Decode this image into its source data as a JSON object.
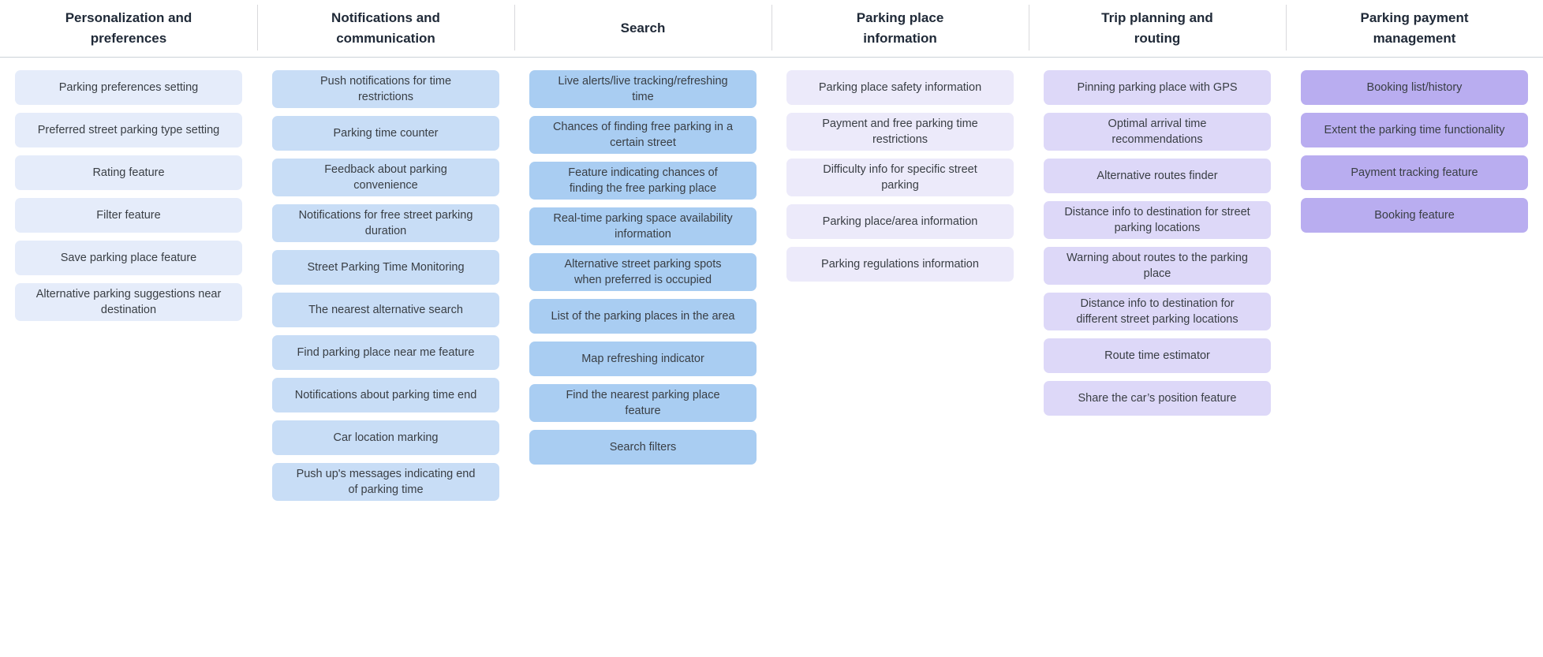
{
  "board": {
    "background_color": "#ffffff",
    "header_text_color": "#202a38",
    "card_text_color": "#393e44",
    "header_rule_color": "#ccd2d8",
    "header_divider_color": "#d9d9dc",
    "columns": [
      {
        "title": "Personalization and preferences",
        "card_color": "#e5ecfa",
        "cards": [
          "Parking preferences setting",
          "Preferred street parking type setting",
          "Rating feature",
          "Filter feature",
          "Save parking place feature",
          "Alternative parking suggestions near destination"
        ]
      },
      {
        "title": "Notifications and communication",
        "card_color": "#c8ddf6",
        "cards": [
          "Push notifications for time restrictions",
          "Parking time counter",
          "Feedback about parking convenience",
          "Notifications for free street parking duration",
          "Street Parking Time Monitoring",
          "The nearest alternative search",
          "Find parking place near me feature",
          "Notifications about parking time end",
          "Car location marking",
          "Push up's messages indicating end of parking time"
        ]
      },
      {
        "title": "Search",
        "card_color": "#a9cdf2",
        "cards": [
          "Live alerts/live tracking/refreshing time",
          "Chances of finding free parking in a certain street",
          "Feature indicating chances of finding the free parking place",
          "Real-time parking space availability information",
          "Alternative street parking spots when preferred is occupied",
          "List of the parking places in the area",
          "Map refreshing indicator",
          "Find the nearest parking place feature",
          "Search filters"
        ]
      },
      {
        "title": "Parking place information",
        "card_color": "#eceafa",
        "cards": [
          "Parking place safety information",
          "Payment and free parking time restrictions",
          "Difficulty info for specific street parking",
          "Parking place/area information",
          "Parking regulations information"
        ]
      },
      {
        "title": "Trip planning and routing",
        "card_color": "#ddd8f8",
        "cards": [
          "Pinning parking place with GPS",
          "Optimal arrival time recommendations",
          "Alternative routes finder",
          "Distance info to destination for street parking locations",
          "Warning about routes to the parking place",
          "Distance info to destination for different street parking locations",
          "Route time estimator",
          "Share the car’s position feature"
        ]
      },
      {
        "title": "Parking payment management",
        "card_color": "#b9adf0",
        "cards": [
          "Booking list/history",
          "Extent the parking time functionality",
          "Payment tracking feature",
          "Booking feature"
        ]
      }
    ]
  }
}
